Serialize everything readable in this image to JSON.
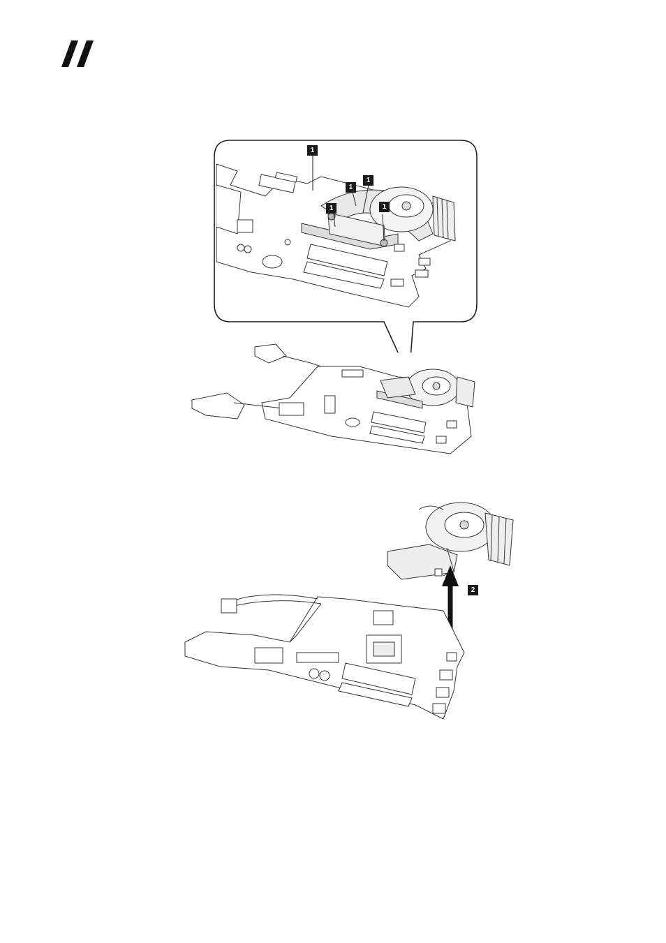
{
  "brand": {
    "logo_icon": "lenovo-double-slash-icon"
  },
  "figures": [
    {
      "name": "detail-view",
      "callouts": [
        "1",
        "1",
        "1",
        "1",
        "1"
      ]
    },
    {
      "name": "overview-motherboard"
    },
    {
      "name": "removal-view",
      "callouts": [
        "2"
      ]
    }
  ]
}
